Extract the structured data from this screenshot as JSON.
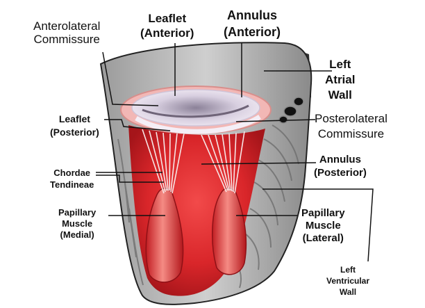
{
  "labels": {
    "anterolateral_commissure": [
      "Anterolateral",
      "Commissure"
    ],
    "leaflet_anterior": [
      "Leaflet",
      "(Anterior)"
    ],
    "annulus_anterior": [
      "Annulus",
      "(Anterior)"
    ],
    "left_atrial_wall": [
      "Left",
      "Atrial",
      "Wall"
    ],
    "leaflet_posterior": [
      "Leaflet",
      "(Posterior)"
    ],
    "posterolateral_commissure": [
      "Posterolateral",
      "Commissure"
    ],
    "annulus_posterior": [
      "Annulus",
      "(Posterior)"
    ],
    "chordae_tendineae": [
      "Chordae",
      "Tendineae"
    ],
    "papillary_muscle_medial": [
      "Papillary",
      "Muscle",
      "(Medial)"
    ],
    "papillary_muscle_lateral": [
      "Papillary",
      "Muscle",
      "(Lateral)"
    ],
    "left_ventricular_wall": [
      "Left",
      "Ventricular",
      "Wall"
    ]
  },
  "colors": {
    "muscle_red": "#d9262a",
    "muscle_dark": "#8f1116",
    "wall_gray": "#b9b9b9",
    "wall_dark": "#1a1a1a",
    "leaflet": "#e9e2ee",
    "annulus_pink": "#f2b7b5"
  }
}
